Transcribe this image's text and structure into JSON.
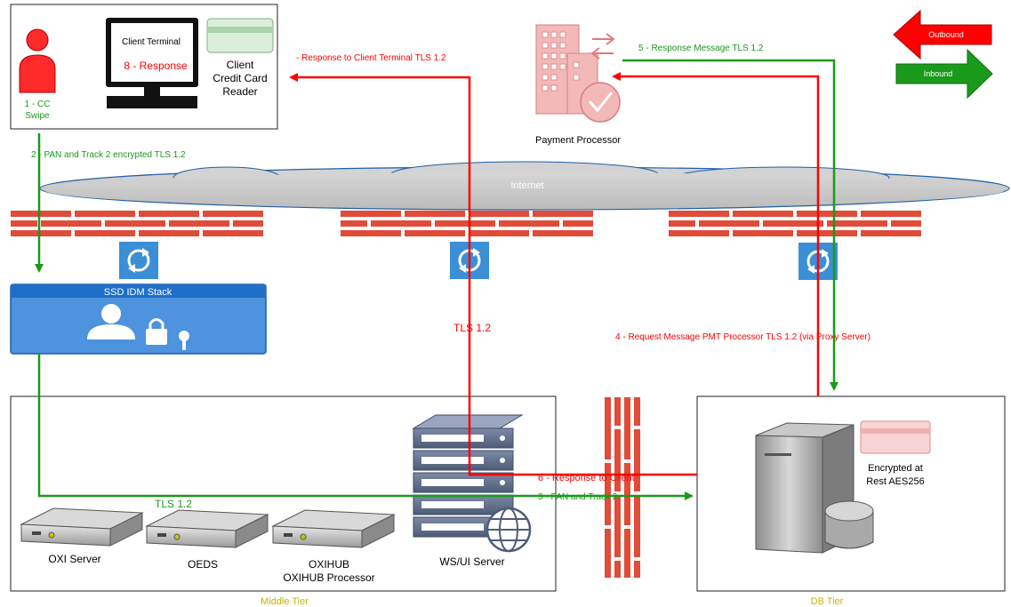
{
  "legend": {
    "outbound": "Outbound",
    "inbound": "Inbound"
  },
  "client_box": {
    "cc_swipe_line1": "1 - CC",
    "cc_swipe_line2": "Swipe",
    "terminal_title": "Client Terminal",
    "terminal_response": "8 - Response",
    "reader_line1": "Client",
    "reader_line2": "Credit Card",
    "reader_line3": "Reader"
  },
  "payment_processor": {
    "label": "Payment Processor"
  },
  "flows": {
    "step2": "2 - PAN and Track 2 encrypted TLS 1.2",
    "response_to_terminal": "- Response to Client Terminal TLS 1.2",
    "step5": "5 - Response Message TLS 1.2",
    "step4": "4 - Request Message PMT Processor TLS 1.2 (via Proxy Server)",
    "tls_mid": "TLS 1.2",
    "step6": "6 - Response to Client",
    "step3": "3 - PAN and Track 2",
    "tls_left": "TLS 1.2"
  },
  "internet": {
    "label": "Internet"
  },
  "idm": {
    "title": "SSD IDM Stack"
  },
  "middle_tier": {
    "label": "Middle Tier",
    "oxi_server": "OXI Server",
    "oeds": "OEDS",
    "oxihub_line1": "OXIHUB",
    "oxihub_line2": "OXIHUB Processor",
    "ws_ui": "WS/UI Server"
  },
  "db_tier": {
    "label": "DB Tier",
    "encrypted_line1": "Encrypted at",
    "encrypted_line2": "Rest AES256"
  },
  "colors": {
    "red": "#ff0000",
    "green": "#1a9a1a",
    "firewall": "#e04b3a",
    "sync": "#3a8fd6",
    "tier_label": "#c8b400"
  }
}
